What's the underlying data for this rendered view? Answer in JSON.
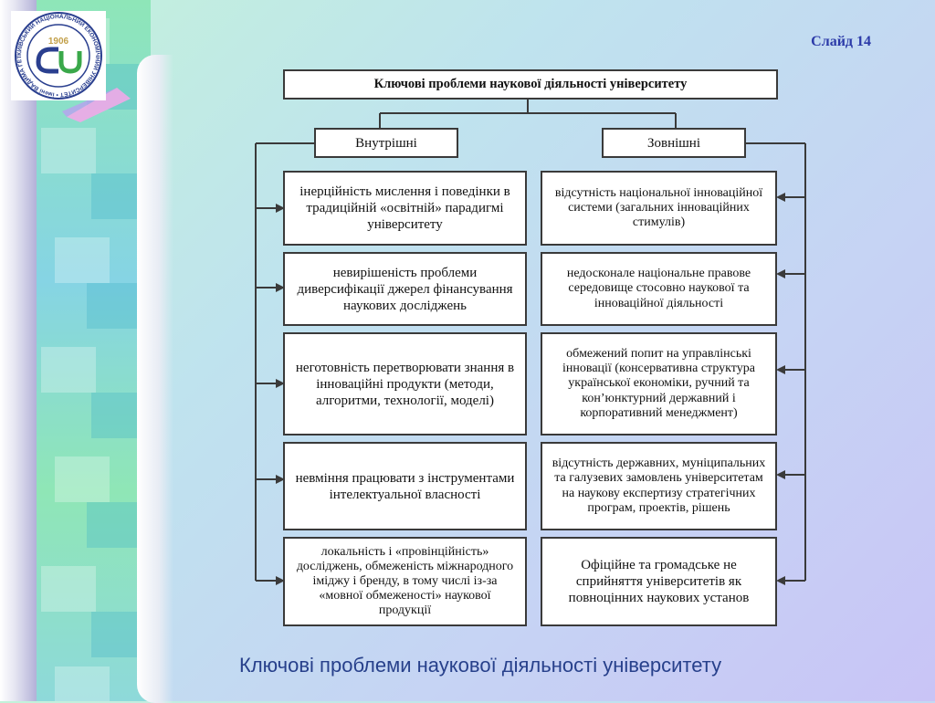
{
  "slide_label": "Слайд 14",
  "logo": {
    "year": "1906",
    "ring_text": "КИЇВСЬКИЙ НАЦІОНАЛЬНИЙ ЕКОНОМІЧНИЙ УНІВЕРСИТЕТ • імені ВАДИМА ГЕТЬМАНА •"
  },
  "diagram": {
    "title": "Ключові проблеми наукової діяльності університету",
    "internal_label": "Внутрішні",
    "external_label": "Зовнішні",
    "internal_items": [
      "інерційність мислення і поведінки в традиційній «освітній» парадигмі університету",
      "невирішеність проблеми диверсифікації джерел фінансування наукових досліджень",
      "неготовність перетворювати знання в інноваційні продукти (методи, алгоритми, технології, моделі)",
      "невміння працювати з інструментами інтелектуальної власності",
      "локальність і «провінційність» досліджень, обмеженість міжнародного іміджу і бренду, в тому числі із-за «мовної обмеженості» наукової продукції"
    ],
    "external_items": [
      "відсутність національної інноваційної системи (загальних інноваційних стимулів)",
      "недосконале національне правове середовище стосовно наукової та інноваційної діяльності",
      "обмежений попит на управлінські інновації (консервативна структура української економіки, ручний та кон’юнктурний державний і корпоративний менеджмент)",
      "відсутність державних, муніципальних та галузевих замовлень університетам на наукову експертизу стратегічних програм, проектів, рішень",
      "Офіційне та громадське не сприйняття університетів як повноцінних наукових установ"
    ]
  },
  "footer_title": "Ключові проблеми наукової діяльності університету"
}
